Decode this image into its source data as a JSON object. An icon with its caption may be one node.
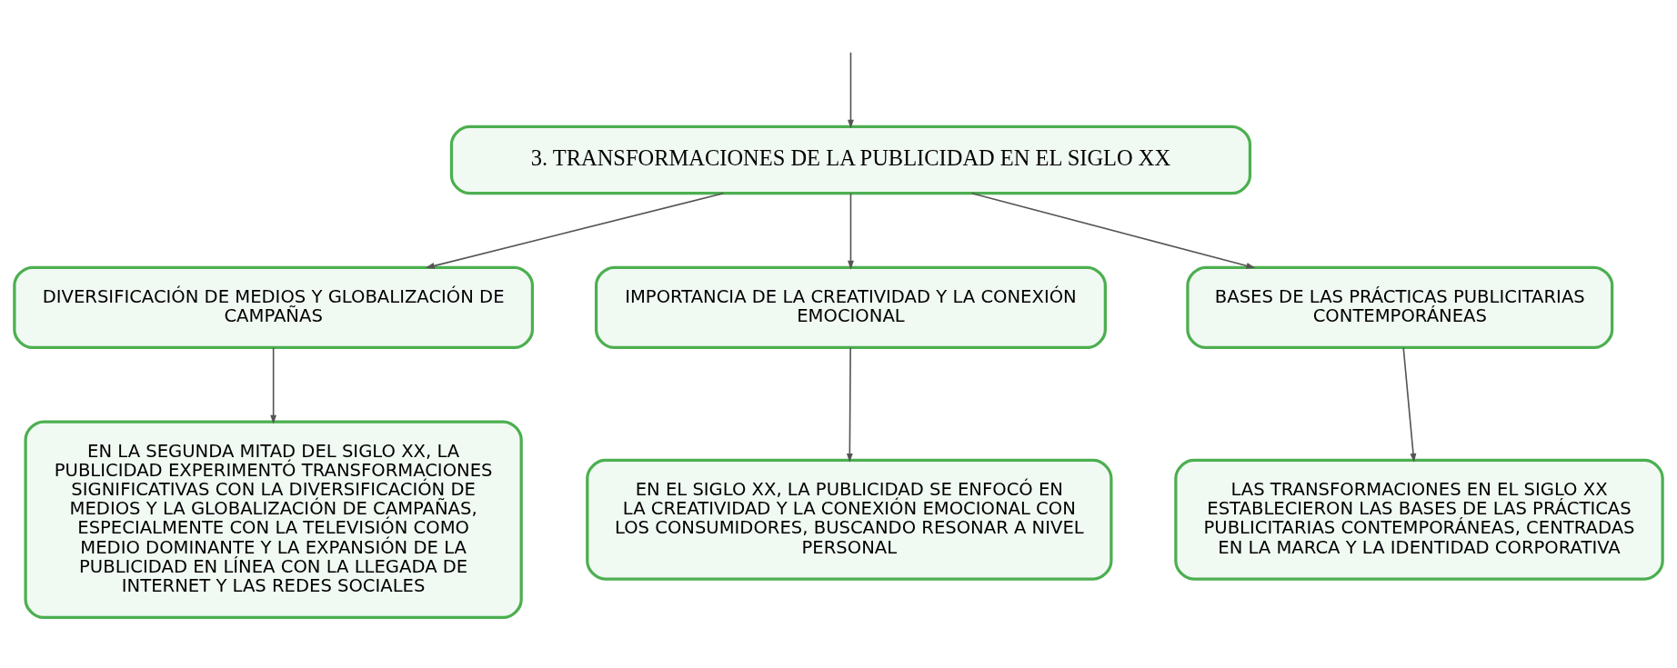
{
  "diagram": {
    "nodes": [
      {
        "text": [
          "3. TRANSFORMACIONES DE LA PUBLICIDAD EN EL SIGLO XX"
        ]
      },
      {
        "text": [
          "DIVERSIFICACIÓN DE MEDIOS Y GLOBALIZACIÓN DE CAMPAÑAS"
        ]
      },
      {
        "text": [
          "IMPORTANCIA DE LA CREATIVIDAD Y LA CONEXIÓN EMOCIONAL"
        ]
      },
      {
        "text": [
          "BASES DE LAS PRÁCTICAS PUBLICITARIAS CONTEMPORÁNEAS"
        ]
      },
      {
        "text": [
          "EN LA SEGUNDA MITAD DEL SIGLO XX, LA PUBLICIDAD EXPERIMENTÓ TRANSFORMACIONES SIGNIFICATIVAS CON LA DIVERSIFICACIÓN DE MEDIOS Y LA GLOBALIZACIÓN DE CAMPAÑAS, ESPECIALMENTE CON LA TELEVISIÓN COMO MEDIO DOMINANTE Y LA EXPANSIÓN DE LA PUBLICIDAD EN LÍNEA CON LA LLEGADA DE INTERNET Y LAS REDES SOCIALES"
        ]
      },
      {
        "text": [
          "EN EL SIGLO XX, LA PUBLICIDAD SE ENFOCÓ EN LA CREATIVIDAD Y LA CONEXIÓN EMOCIONAL CON LOS CONSUMIDORES, BUSCANDO RESONAR A NIVEL PERSONAL"
        ]
      },
      {
        "text": [
          "LAS TRANSFORMACIONES EN EL SIGLO XX ESTABLECIERON LAS BASES DE LAS PRÁCTICAS PUBLICITARIAS CONTEMPORÁNEAS, CENTRADAS EN LA MARCA Y LA IDENTIDAD CORPORATIVA"
        ]
      }
    ],
    "edges": [
      {
        "from": null,
        "to": 0,
        "arrow": "to"
      },
      {
        "from": 0,
        "to": 1,
        "arrow": "to"
      },
      {
        "from": 0,
        "to": 2,
        "arrow": "to"
      },
      {
        "from": 0,
        "to": 3,
        "arrow": "to"
      },
      {
        "from": 1,
        "to": 4,
        "arrow": "to"
      },
      {
        "from": 2,
        "to": 5,
        "arrow": "to"
      },
      {
        "from": 3,
        "to": 6,
        "arrow": "to"
      }
    ]
  }
}
